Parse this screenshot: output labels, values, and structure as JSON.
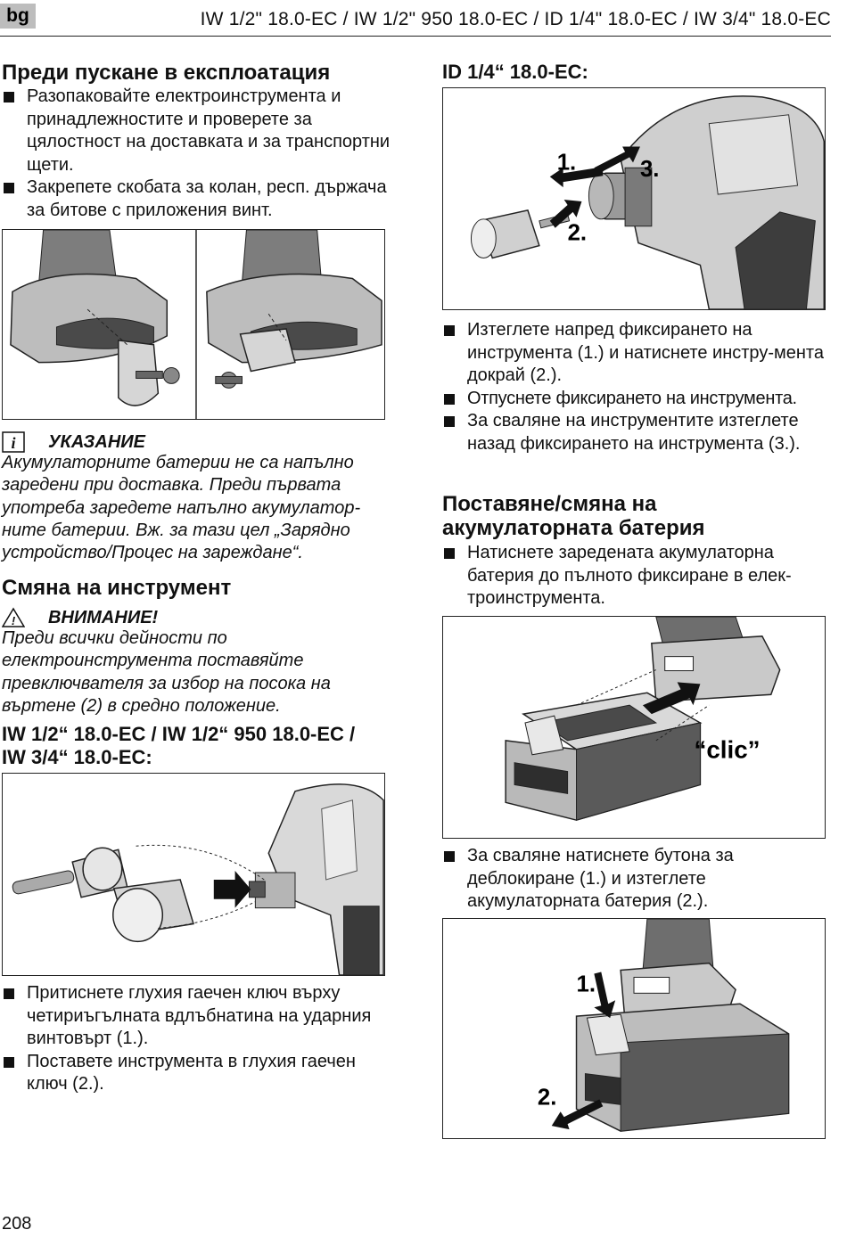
{
  "header": {
    "lang": "bg",
    "title": "IW 1/2\" 18.0-EC / IW 1/2\" 950 18.0-EC / ID 1/4\" 18.0-EC / IW 3/4\" 18.0-EC"
  },
  "left": {
    "sec1_title": "Преди пускане в експлоатация",
    "sec1_items": [
      "Разопаковайте електроинструмента и принадлежностите и проверете за цялостност на доставката и за транспортни щети.",
      "Закрепете скобата за колан, респ. държача за битове с приложения винт."
    ],
    "note_title": "УКАЗАНИЕ",
    "note_text": "Акумулаторните батерии не са напълно заредени при доставка. Преди първата употреба заредете напълно акумулатор-ните батерии. Вж. за тази цел „Зарядно устройство/Процес на зареждане“.",
    "sec2_title": "Смяна на инструмент",
    "warn_title": "ВНИМАНИЕ!",
    "warn_text": "Преди всички дейности по електроинструмента поставяйте превключвателя за избор на посока на въртене (2) в средно положение.",
    "sub_title_1": "IW 1/2“ 18.0-EC / IW 1/2“ 950 18.0-EC /",
    "sub_title_2": "IW 3/4“ 18.0-EC:",
    "sec3_items": [
      "Притиснете глухия гаечен ключ върху четириъгълната вдлъбнатина на ударния винтовърт (1.).",
      "Поставете инструмента в глухия гаечен ключ (2.)."
    ]
  },
  "right": {
    "sub_title": "ID 1/4“ 18.0-EC:",
    "fig1_labels": [
      "1.",
      "2.",
      "3."
    ],
    "id_items": [
      "Изтеглете напред фиксирането на инструмента (1.) и натиснете инстру-мента докрай (2.).",
      "Отпуснете фиксирането на инструмента.",
      "За сваляне на инструментите изтеглете назад фиксирането на инструмента (3.)."
    ],
    "battery_title_1": "Поставяне/смяна на",
    "battery_title_2": "акумулаторната батерия",
    "battery_items": [
      "Натиснете заредената акумулаторна батерия до пълното фиксиране в елек-троинструмента."
    ],
    "clic_label": "“clic”",
    "remove_items": [
      "За сваляне натиснете бутона за деблокиране (1.) и изтеглете акумулаторната батерия (2.)."
    ],
    "fig3_labels": [
      "1.",
      "2."
    ]
  },
  "footer": {
    "page_number": "208"
  },
  "colors": {
    "ink": "#111111",
    "tool_grey": "#8a8a8a",
    "tool_dark": "#3a3a3a",
    "lang_bg": "#bdbdbd"
  }
}
